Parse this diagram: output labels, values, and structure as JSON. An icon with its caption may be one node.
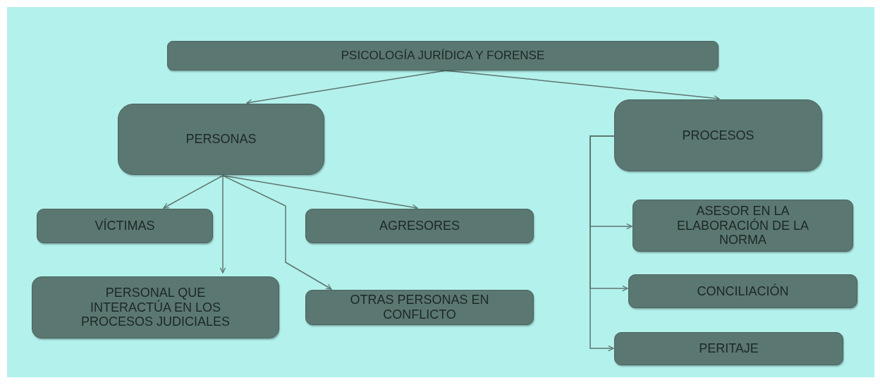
{
  "diagram": {
    "nodes": [
      {
        "text": [
          "PSICOLOGÍA JURÍDICA Y FORENSE"
        ]
      },
      {
        "text": [
          "PERSONAS"
        ]
      },
      {
        "text": [
          "PROCESOS"
        ]
      },
      {
        "text": [
          "VÍCTIMAS"
        ]
      },
      {
        "text": [
          "AGRESORES"
        ]
      },
      {
        "text": [
          "PERSONAL QUE INTERACTÚA EN LOS PROCESOS JUDICIALES"
        ]
      },
      {
        "text": [
          "OTRAS PERSONAS EN CONFLICTO"
        ]
      },
      {
        "text": [
          "ASESOR EN LA ELABORACIÓN DE LA NORMA"
        ]
      },
      {
        "text": [
          "CONCILIACIÓN"
        ]
      },
      {
        "text": [
          "PERITAJE"
        ]
      }
    ],
    "edges": [
      {
        "from": 0,
        "to": 1,
        "arrow": "to"
      },
      {
        "from": 0,
        "to": 2,
        "arrow": "to"
      },
      {
        "from": 1,
        "to": 3,
        "arrow": "to"
      },
      {
        "from": 1,
        "to": 5,
        "arrow": "to"
      },
      {
        "from": 1,
        "to": 6,
        "arrow": "to"
      },
      {
        "from": 1,
        "to": 4,
        "arrow": "to"
      },
      {
        "from": 2,
        "to": 7,
        "arrow": "to"
      },
      {
        "from": 2,
        "to": 8,
        "arrow": "to"
      },
      {
        "from": 2,
        "to": 9,
        "arrow": "to"
      }
    ]
  }
}
